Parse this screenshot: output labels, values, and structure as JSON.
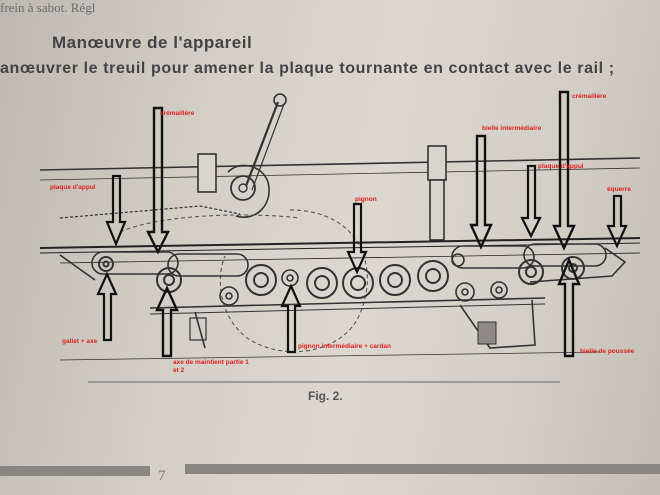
{
  "page": {
    "top_fragment": "frein à sabot. Régl",
    "heading": "Manœuvre de l'appareil",
    "intro": "anœuvrer le treuil pour amener la plaque tournante en contact avec le rail ;",
    "figure_caption": "Fig. 2.",
    "page_number": "7"
  },
  "labels": {
    "cremaillere_left": "crémaillère",
    "cremaillere_right": "crémaillère",
    "plaque_appui_left": "plaque d'appui",
    "plaque_appui_right": "plaque d'appui",
    "bielle_intermediaire": "bielle intermédiaire",
    "pignon": "pignon",
    "equerre": "équerre",
    "gallet_axe": "gallet + axe",
    "axe_maintient_1": "axe de maintient partie 1",
    "axe_maintient_2": "et 2",
    "pignon_intermediaire": "pignon intermédiaire + cardan",
    "bielle_poussee": "bielle de poussée"
  },
  "colors": {
    "annotation": "#e02020",
    "ink": "#3a3a3a",
    "arrow": "#111111"
  }
}
